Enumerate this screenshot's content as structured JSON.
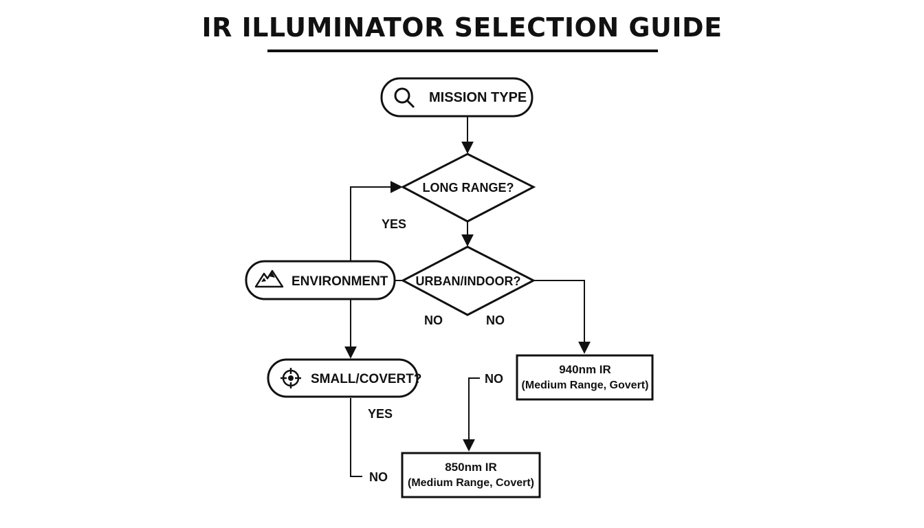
{
  "title": "IR ILLUMINATOR SELECTION GUIDE",
  "nodes": {
    "mission_type": {
      "label": "MISSION TYPE",
      "icon": "magnifier-icon"
    },
    "long_range": {
      "label": "LONG RANGE?"
    },
    "urban_indoor": {
      "label": "URBAN/INDOOR?"
    },
    "environment": {
      "label": "ENVIRONMENT",
      "icon": "mountains-icon"
    },
    "small_covert": {
      "label": "SMALL/COVERT?",
      "icon": "crosshair-icon"
    },
    "ir_940": {
      "line1": "940nm IR",
      "line2": "(Medium Range, Govert)"
    },
    "ir_850": {
      "line1": "850nm IR",
      "line2": "(Medium Range, Covert)"
    }
  },
  "edge_labels": {
    "yes_long_range": "YES",
    "no_left": "NO",
    "no_right": "NO",
    "yes_small_covert": "YES",
    "no_to_850": "NO",
    "no_bottom": "NO"
  }
}
